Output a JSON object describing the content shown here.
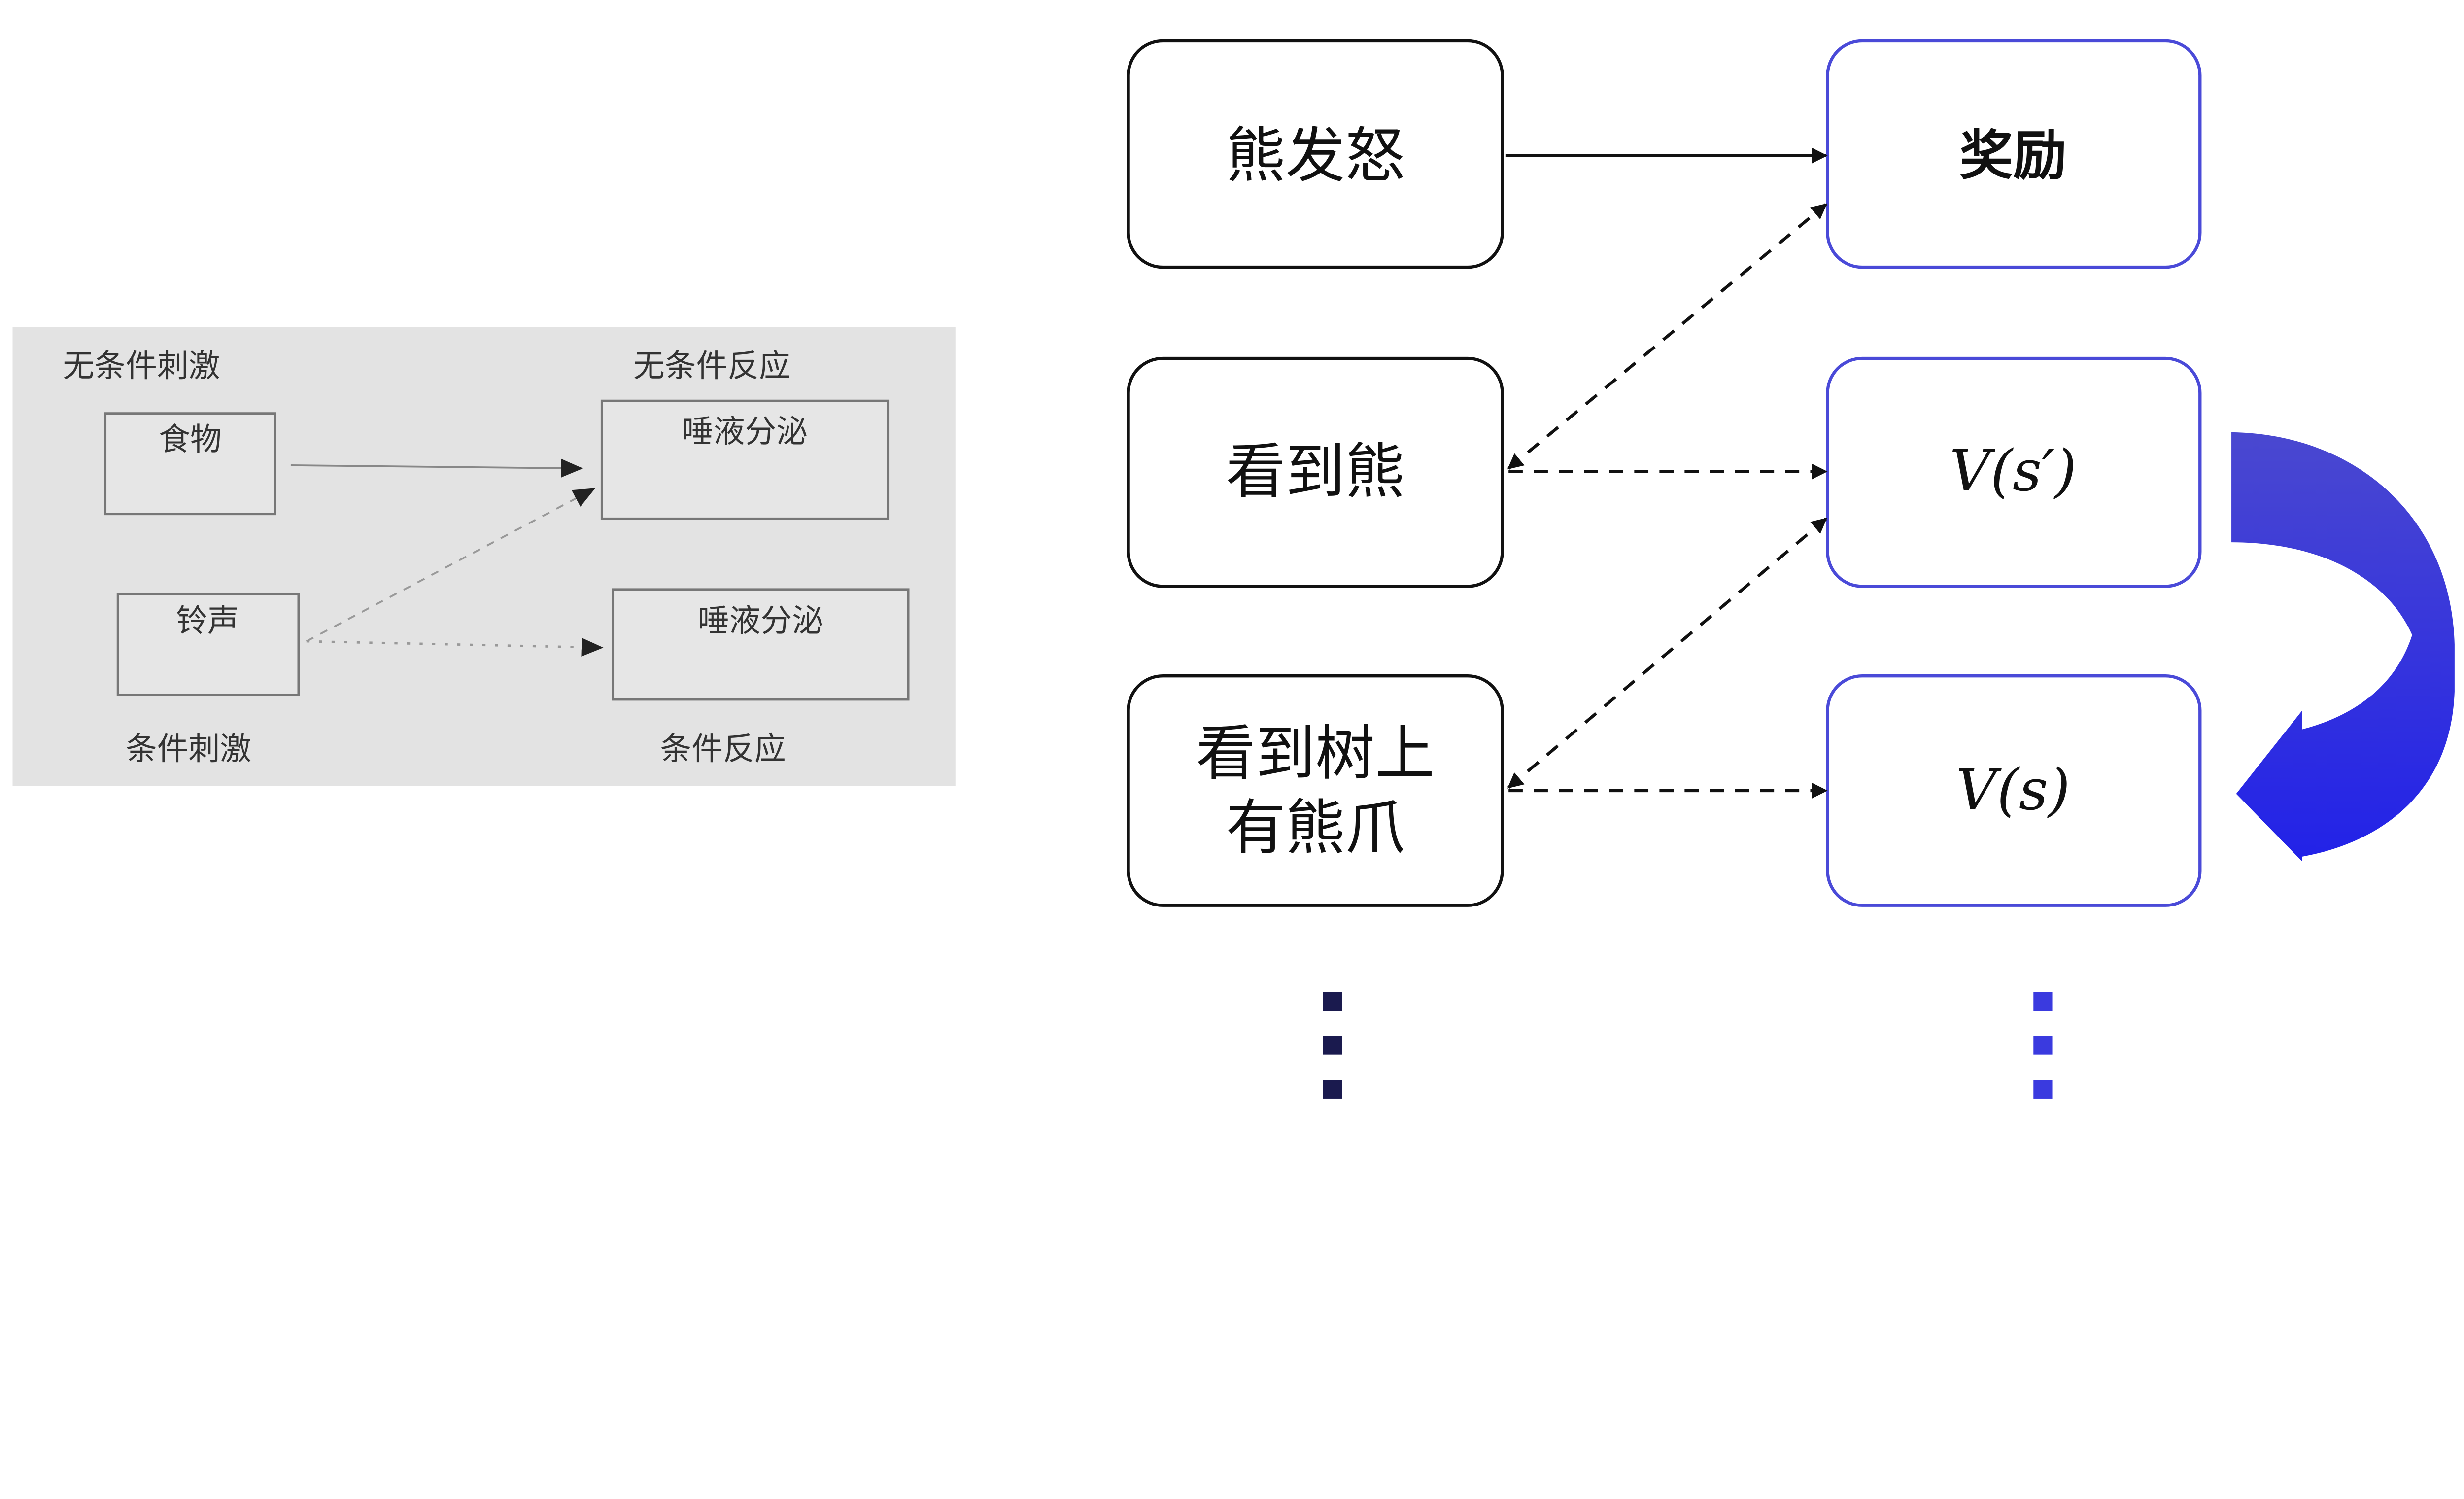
{
  "left_diagram": {
    "background_color": "#e3e3e3",
    "labels": {
      "unconditioned_stimulus": "无条件刺激",
      "unconditioned_response": "无条件反应",
      "conditioned_stimulus": "条件刺激",
      "conditioned_response": "条件反应"
    },
    "boxes": {
      "food": "食物",
      "bell": "铃声",
      "salivation_top": "唾液分泌",
      "salivation_bottom": "唾液分泌"
    }
  },
  "right_diagram": {
    "left_boxes": [
      "熊发怒",
      "看到熊",
      "看到树上",
      "有熊爪"
    ],
    "right_boxes": {
      "reward": "奖励",
      "v_s_prime": "V(s′)",
      "v_s": "V(s)"
    },
    "colors": {
      "left_border": "#111111",
      "right_border": "#4a4ad8",
      "curved_arrow": "#2e2ee6",
      "left_dots": "#1a1a4e",
      "right_dots": "#3a3adf"
    }
  }
}
